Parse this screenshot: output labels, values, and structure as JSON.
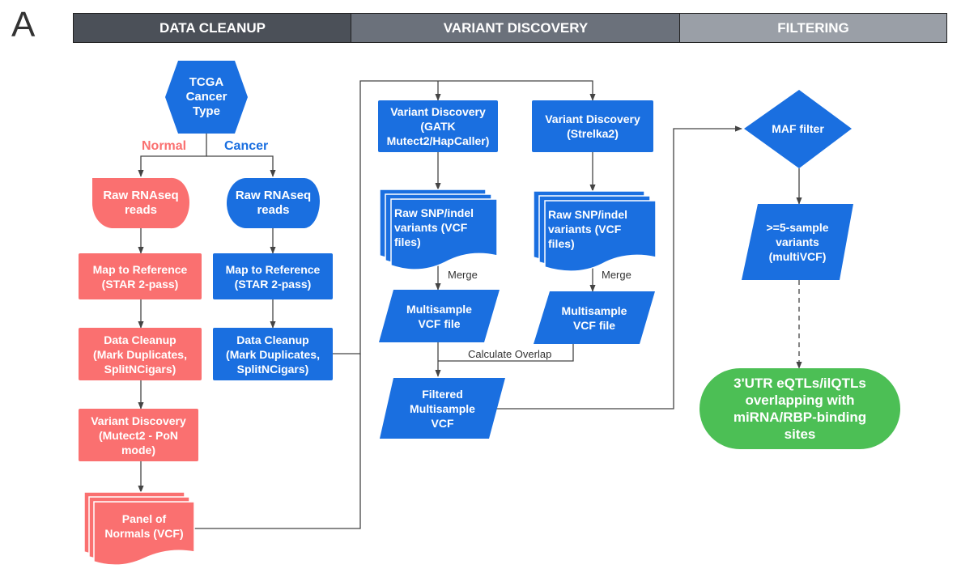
{
  "panel_label": "A",
  "headers": [
    {
      "label": "DATA CLEANUP",
      "color": "#4b5058"
    },
    {
      "label": "VARIANT DISCOVERY",
      "color": "#6b717b"
    },
    {
      "label": "FILTERING",
      "color": "#9a9fa7"
    }
  ],
  "colors": {
    "blue": "#1a6fe0",
    "red": "#fa7070",
    "green": "#4cbf55",
    "line": "#444444"
  },
  "branches": {
    "normal": "Normal",
    "cancer": "Cancer"
  },
  "nodes": {
    "tcga": "TCGA\nCancer\nType",
    "normal_reads": "Raw RNAseq\nreads",
    "cancer_reads": "Raw RNAseq\nreads",
    "normal_map": "Map to Reference\n(STAR 2-pass)",
    "cancer_map": "Map to Reference\n(STAR 2-pass)",
    "normal_cleanup": "Data Cleanup\n(Mark Duplicates,\nSplitNCigars)",
    "cancer_cleanup": "Data Cleanup\n(Mark Duplicates,\nSplitNCigars)",
    "normal_variant": "Variant Discovery\n(Mutect2 - PoN\nmode)",
    "pon": "Panel of\nNormals (VCF)",
    "vd_gatk": "Variant Discovery\n(GATK\nMutect2/HapCaller)",
    "vd_strelka": "Variant Discovery\n(Strelka2)",
    "raw_gatk": "Raw SNP/indel\nvariants (VCF\nfiles)",
    "raw_strelka": "Raw SNP/indel\nvariants (VCF\nfiles)",
    "ms_gatk": "Multisample\nVCF file",
    "ms_strelka": "Multisample\nVCF file",
    "filtered": "Filtered\nMultisample\nVCF",
    "maf": "MAF filter",
    "five_sample": ">=5-sample\nvariants\n(multiVCF)",
    "final": "3'UTR eQTLs/ilQTLs\noverlapping with\nmiRNA/RBP-binding\nsites"
  },
  "edge_labels": {
    "merge_gatk": "Merge",
    "merge_strelka": "Merge",
    "overlap": "Calculate Overlap"
  }
}
